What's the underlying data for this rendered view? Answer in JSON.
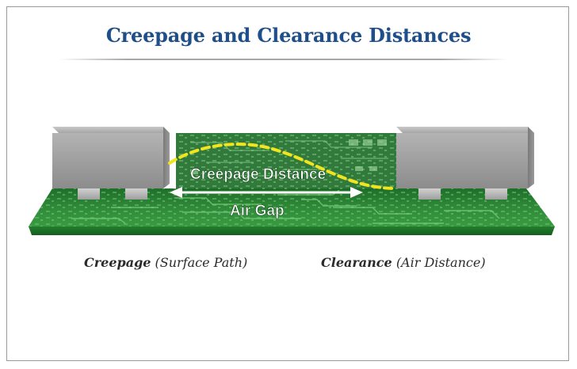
{
  "title": "Creepage and Clearance Distances",
  "labels": {
    "creepage_distance": "Creepage Distance",
    "air_gap": "Air Gap"
  },
  "captions": {
    "left_main": "Creepage",
    "left_note": "(Surface Path)",
    "right_main": "Clearance",
    "right_note": "(Air Distance)"
  },
  "colors": {
    "title": "#1f4f8a",
    "pcb_green": "#2f8a38",
    "path_yellow": "#f2e51d",
    "component_gray": "#9c9c9c"
  }
}
